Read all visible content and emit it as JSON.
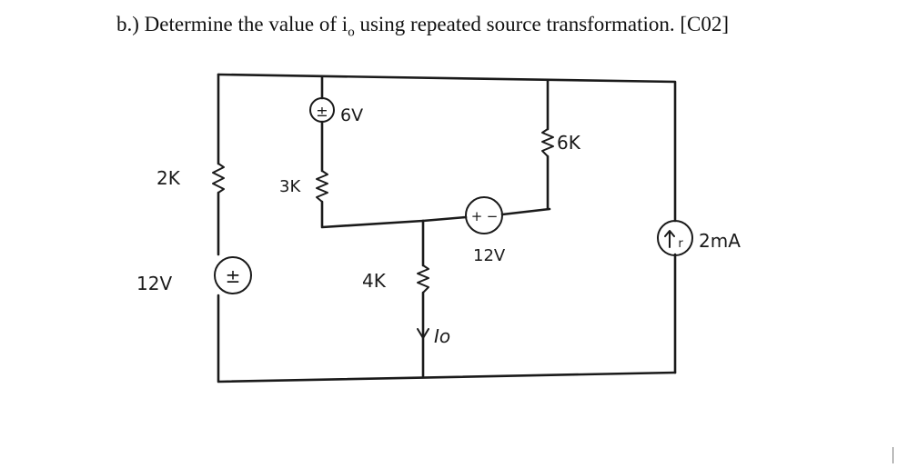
{
  "question": {
    "prefix": "b.) Determine the value of i",
    "subscript": "o",
    "suffix": " using repeated source transformation. [C02]"
  },
  "labels": {
    "r_2k": "2K",
    "r_3k": "3K",
    "r_6k": "6K",
    "r_4k": "4K",
    "v_6v": "6V",
    "v_12v_left": "12V",
    "v_12v_mid": "12V",
    "i_2ma": "2mA",
    "current_io": "Io"
  },
  "symbols": {
    "plus_minus": "±",
    "plus": "+",
    "minus": "−",
    "arrow_up": "↑"
  }
}
